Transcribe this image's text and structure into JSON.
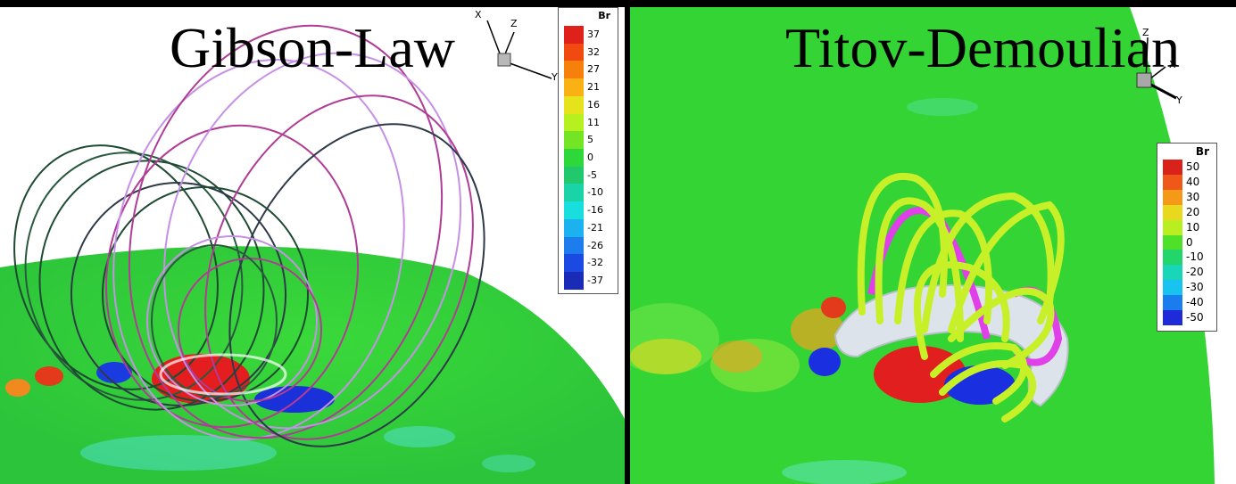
{
  "panels": [
    {
      "title": "Gibson-Law",
      "colorbar": {
        "title": "Br",
        "labels": [
          "37",
          "32",
          "27",
          "21",
          "16",
          "11",
          "5",
          "0",
          "-5",
          "-10",
          "-16",
          "-21",
          "-26",
          "-32",
          "-37"
        ],
        "colors": [
          "#e0201a",
          "#f04a10",
          "#f77f0c",
          "#f9b114",
          "#e6e21c",
          "#b7f01f",
          "#74e524",
          "#2fd83a",
          "#22c96c",
          "#1ad3a6",
          "#18dfdd",
          "#1cb2ef",
          "#1d7ded",
          "#1a4ae2",
          "#1a2bb8"
        ]
      },
      "axes": {
        "x": "X",
        "y": "Y",
        "z": "Z"
      },
      "colors": {
        "sun": "#35d23a",
        "line_green": "#204a34",
        "line_magenta": "#b03c96",
        "line_violet": "#c590e6"
      }
    },
    {
      "title": "Titov-Demoulian",
      "colorbar": {
        "title": "Br",
        "labels": [
          "50",
          "40",
          "30",
          "20",
          "10",
          "0",
          "-10",
          "-20",
          "-30",
          "-40",
          "-50"
        ],
        "colors": [
          "#d9231a",
          "#f0581a",
          "#f49a18",
          "#e8d81e",
          "#b9ee20",
          "#4fe02a",
          "#22d66c",
          "#1ad6b8",
          "#18c4ef",
          "#1a7ded",
          "#1f2ad8"
        ]
      },
      "axes": {
        "x": "X",
        "y": "Y",
        "z": "Z"
      },
      "colors": {
        "sun": "#33d536",
        "tube": "#dde3ea",
        "loops": "#c8f028",
        "magenta": "#e040e8"
      }
    }
  ]
}
